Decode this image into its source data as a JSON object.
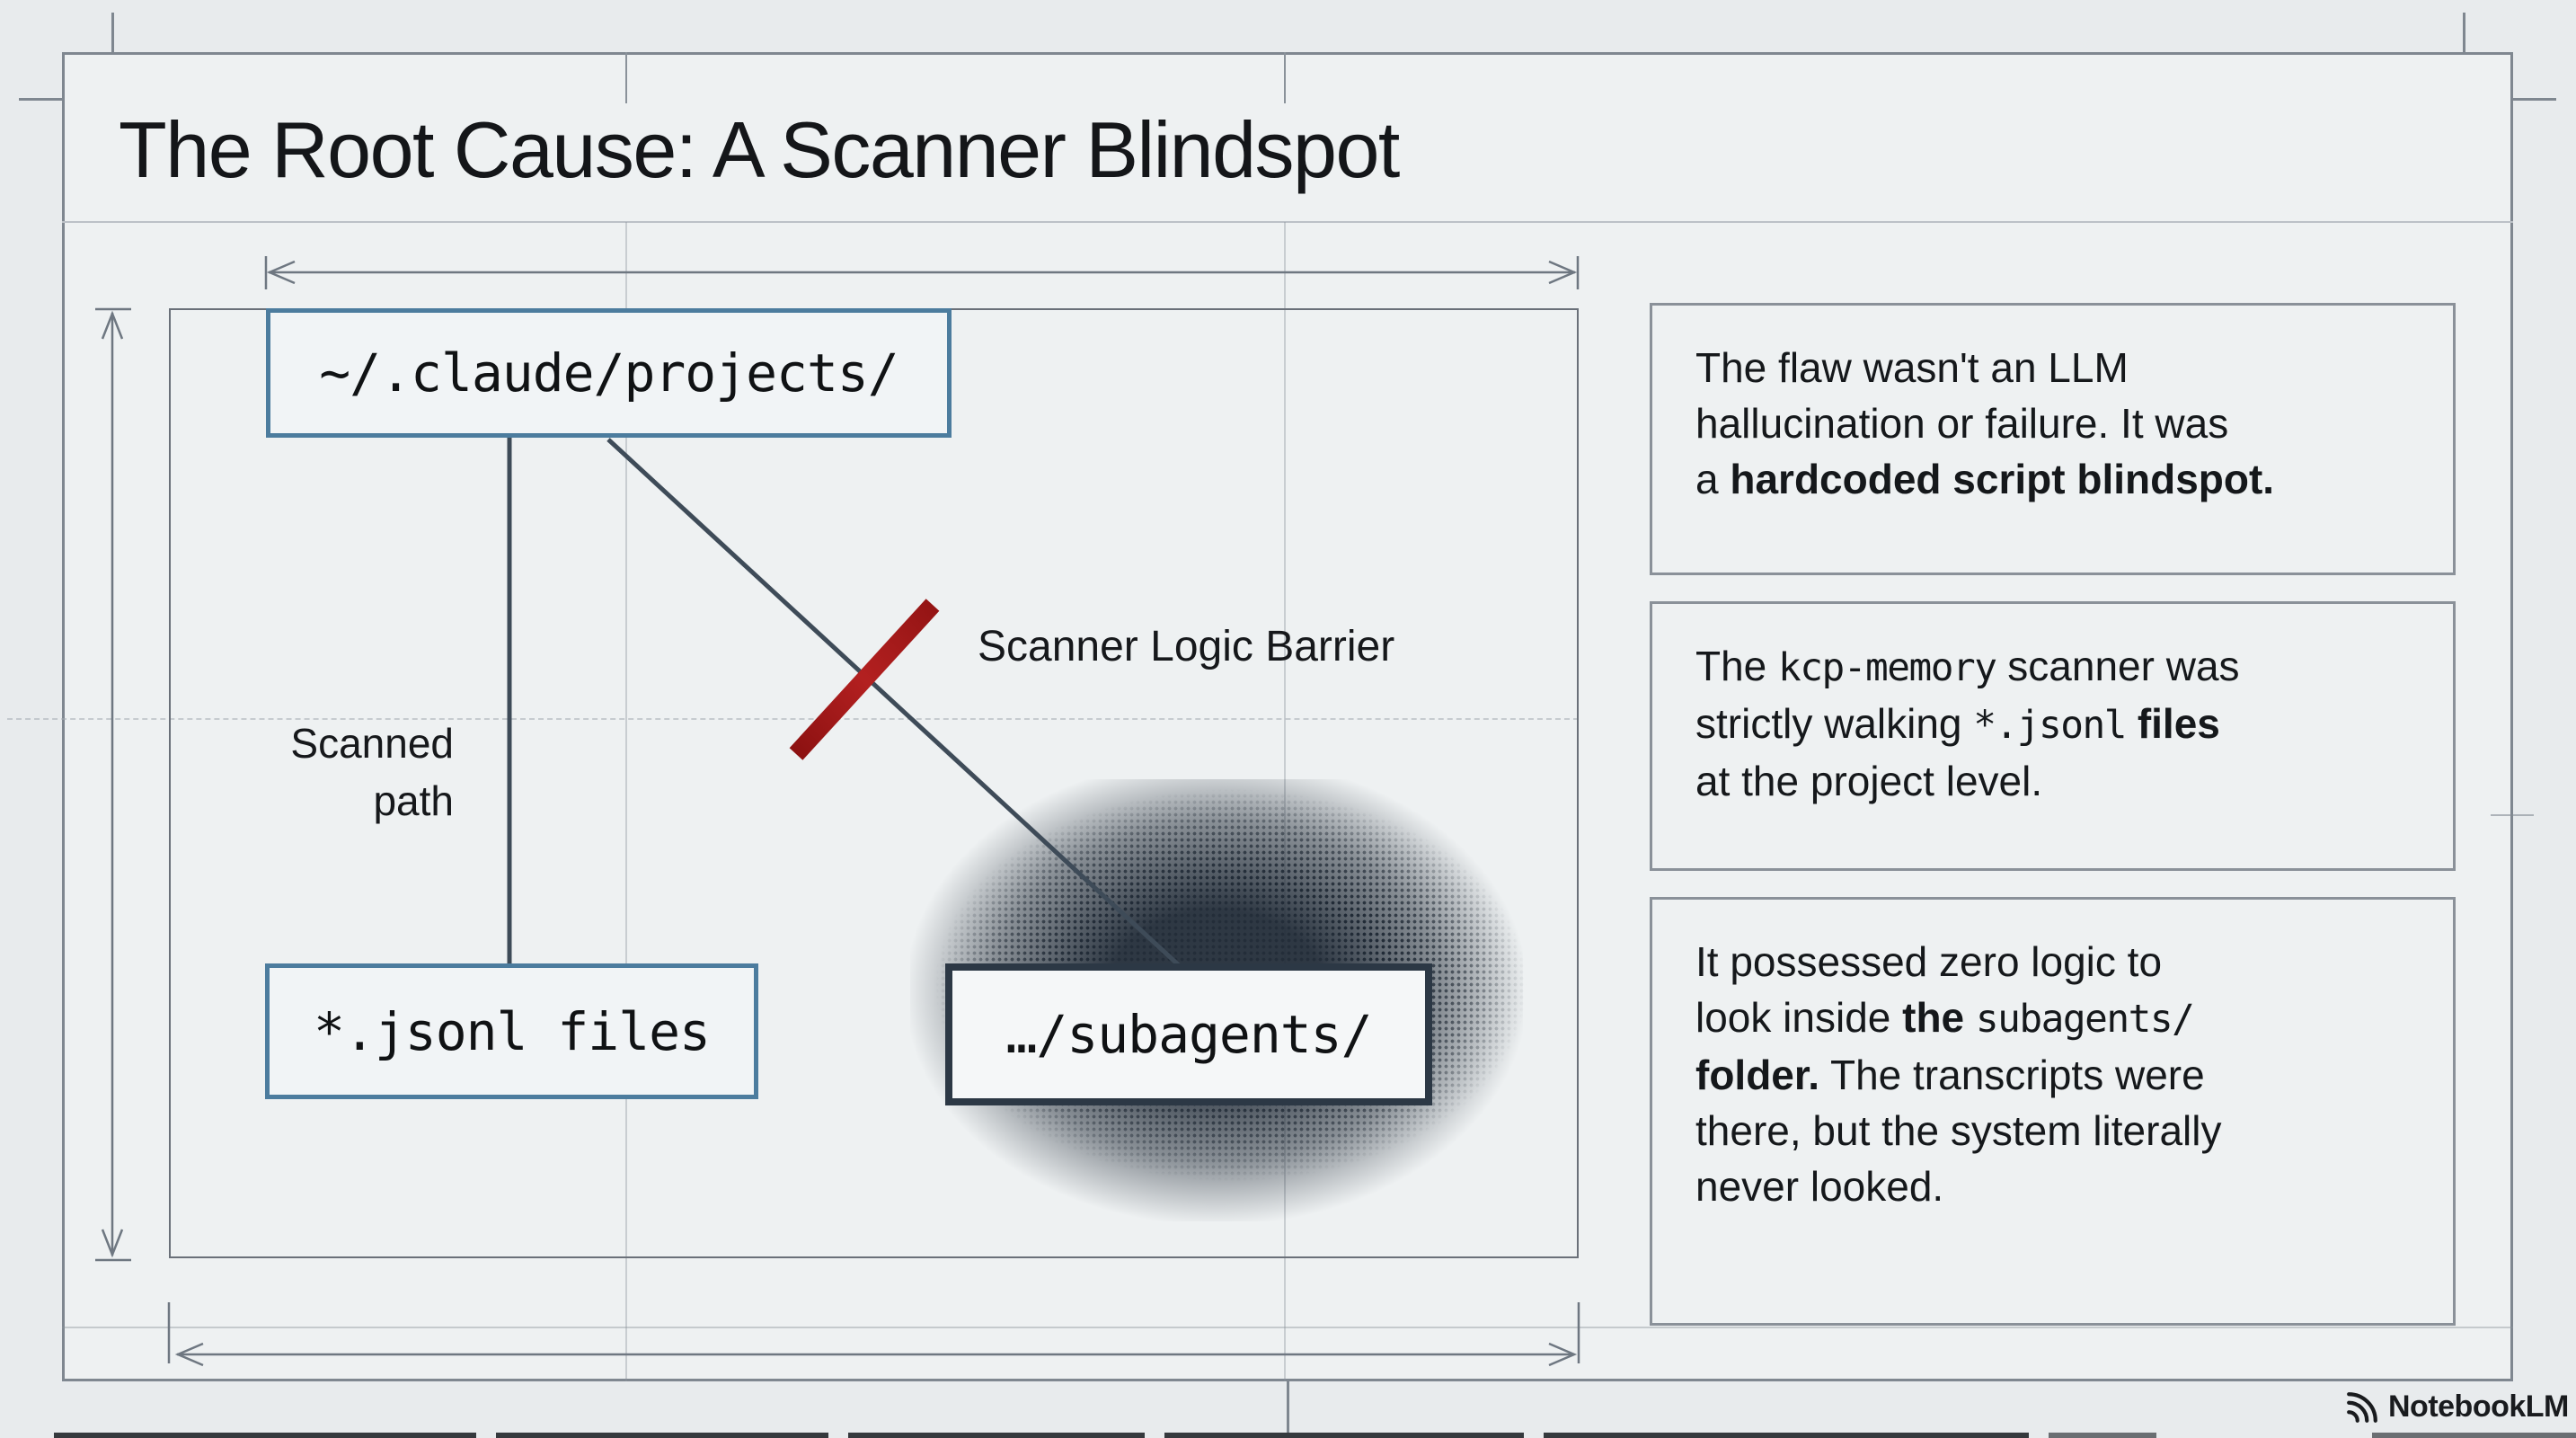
{
  "title": "The Root Cause: A Scanner Blindspot",
  "diagram": {
    "root_path_box": "~/.claude/projects/",
    "scanned_path_label": [
      "Scanned",
      "path"
    ],
    "jsonl_files_box": "*.jsonl files",
    "barrier_label": "Scanner Logic Barrier",
    "subagents_box": "…/subagents/"
  },
  "notes": [
    {
      "segments": [
        {
          "t": "The flaw wasn't an LLM"
        },
        {
          "br": true
        },
        {
          "t": "hallucination or failure. It was"
        },
        {
          "br": true
        },
        {
          "t": "a "
        },
        {
          "t": "hardcoded script blindspot.",
          "f": "b"
        }
      ]
    },
    {
      "segments": [
        {
          "t": "The "
        },
        {
          "t": "kcp-memory",
          "f": "m"
        },
        {
          "t": " scanner was"
        },
        {
          "br": true
        },
        {
          "t": "strictly walking "
        },
        {
          "t": "*.jsonl",
          "f": "m"
        },
        {
          "t": " "
        },
        {
          "t": "files",
          "f": "b"
        },
        {
          "br": true
        },
        {
          "t": "at the project level."
        }
      ]
    },
    {
      "segments": [
        {
          "t": "It possessed zero logic to"
        },
        {
          "br": true
        },
        {
          "t": "look inside "
        },
        {
          "t": "the",
          "f": "b"
        },
        {
          "t": " "
        },
        {
          "t": "subagents/",
          "f": "m"
        },
        {
          "br": true
        },
        {
          "t": "folder.",
          "f": "b"
        },
        {
          "t": " The transcripts were"
        },
        {
          "br": true
        },
        {
          "t": "there, but the system literally"
        },
        {
          "br": true
        },
        {
          "t": "never looked."
        }
      ]
    }
  ],
  "footer": {
    "brand": "NotebookLM"
  },
  "colors": {
    "accent_blue": "#4c7c9e",
    "barrier_red": "#a81818",
    "connector_dark": "#3e4b58",
    "dimension_gray": "#6e7781",
    "ink": "#15181b"
  }
}
